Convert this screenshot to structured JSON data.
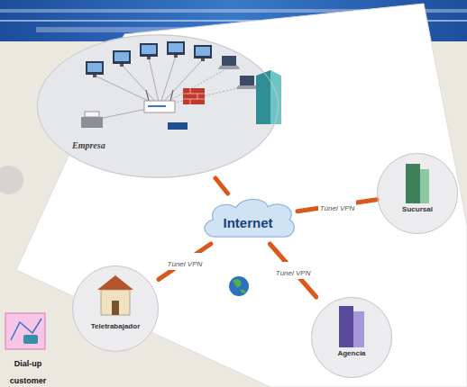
{
  "diagram": {
    "nodes": [
      {
        "text": [
          "Empresa"
        ]
      },
      {
        "text": [
          "Internet"
        ]
      },
      {
        "text": [
          "Sucursal"
        ]
      },
      {
        "text": [
          "Teletrabajador"
        ]
      },
      {
        "text": [
          "Agencia"
        ]
      }
    ],
    "edges": [
      {
        "from": 1,
        "to": 0,
        "arrow": "none"
      },
      {
        "from": 1,
        "to": 2,
        "label": "Túnel VPN",
        "arrow": "none"
      },
      {
        "from": 1,
        "to": 3,
        "label": "Túnel VPN",
        "arrow": "none"
      },
      {
        "from": 1,
        "to": 4,
        "label": "Túnel VPN",
        "arrow": "none"
      }
    ],
    "labels": [
      "Dial-up customer"
    ]
  }
}
